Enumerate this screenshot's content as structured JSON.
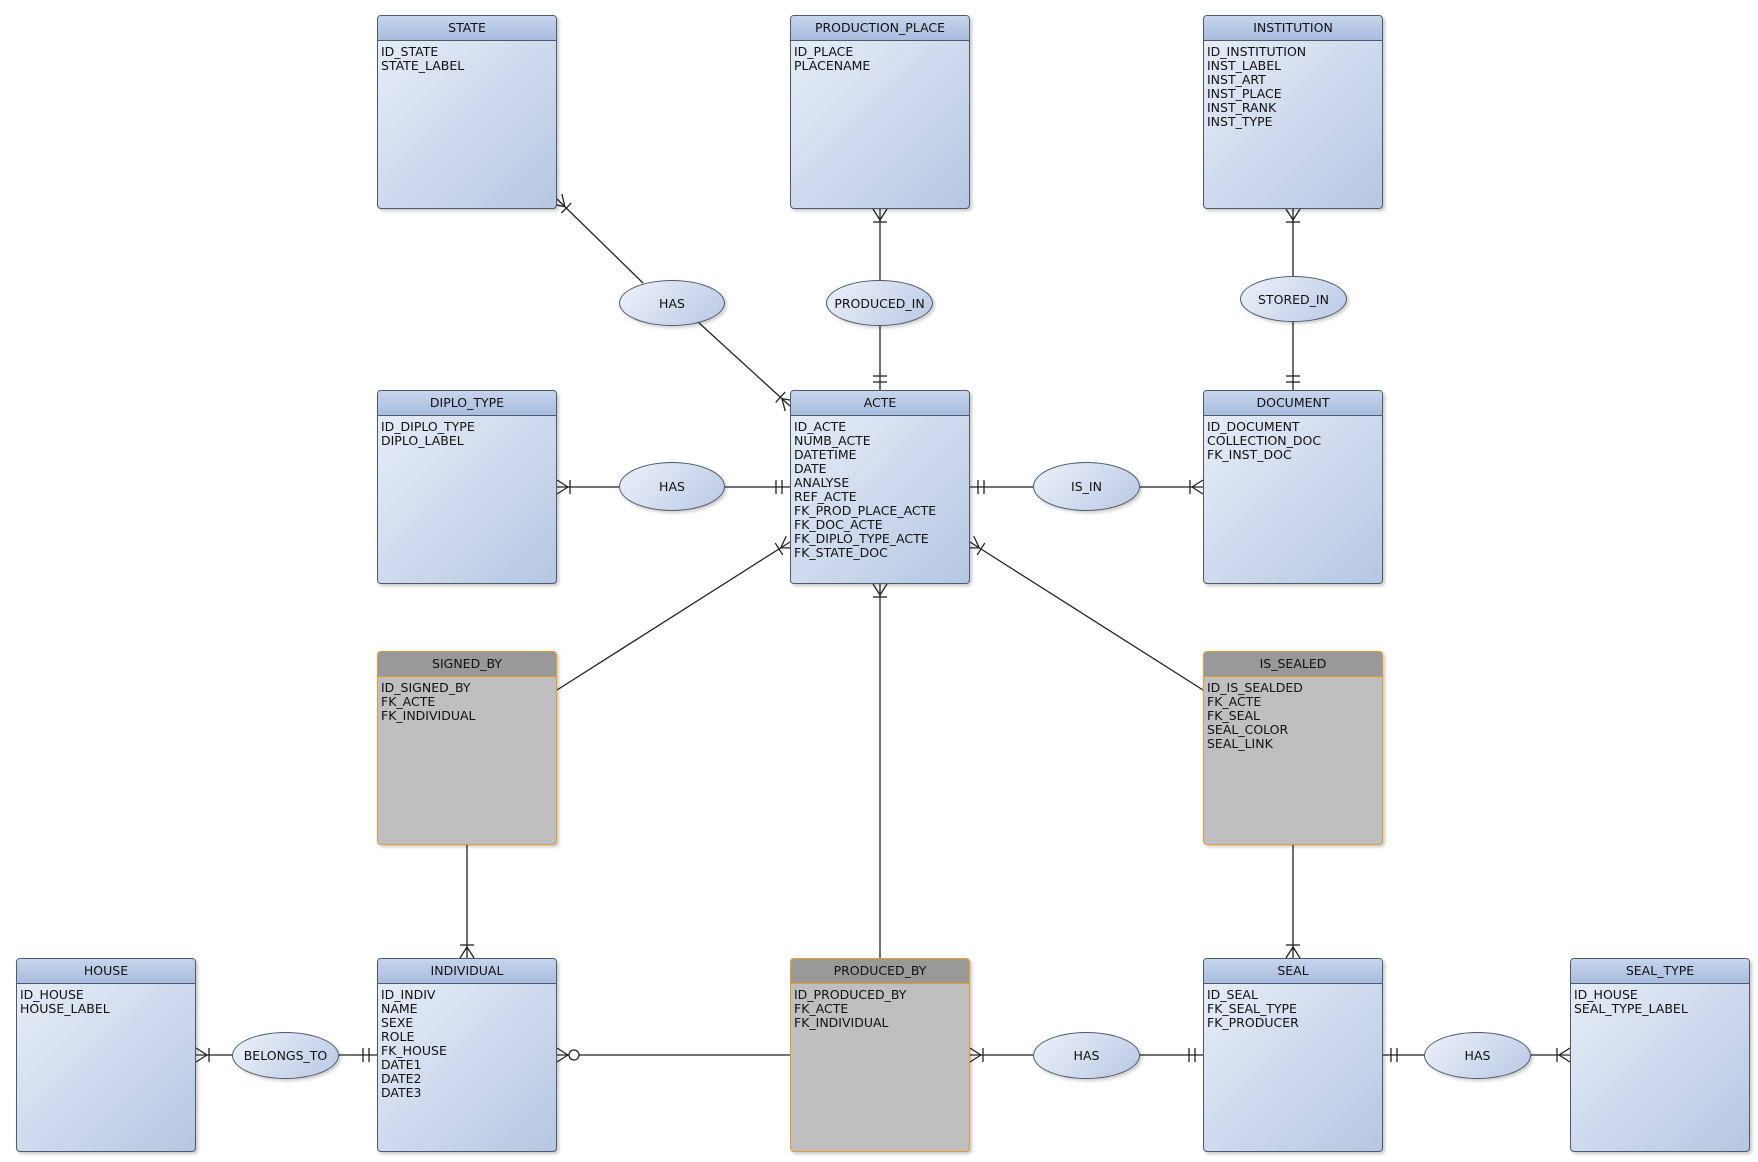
{
  "entities": {
    "state": {
      "title": "STATE",
      "attrs": [
        "ID_STATE",
        "STATE_LABEL"
      ]
    },
    "production_place": {
      "title": "PRODUCTION_PLACE",
      "attrs": [
        "ID_PLACE",
        "PLACENAME"
      ]
    },
    "institution": {
      "title": "INSTITUTION",
      "attrs": [
        "ID_INSTITUTION",
        "INST_LABEL",
        "INST_ART",
        "INST_PLACE",
        "INST_RANK",
        "INST_TYPE"
      ]
    },
    "diplo_type": {
      "title": "DIPLO_TYPE",
      "attrs": [
        "ID_DIPLO_TYPE",
        "DIPLO_LABEL"
      ]
    },
    "acte": {
      "title": "ACTE",
      "attrs": [
        "ID_ACTE",
        "NUMB_ACTE",
        "DATETIME",
        "DATE",
        "ANALYSE",
        "REF_ACTE",
        "FK_PROD_PLACE_ACTE",
        "FK_DOC_ACTE",
        "FK_DIPLO_TYPE_ACTE",
        "FK_STATE_DOC"
      ]
    },
    "document": {
      "title": "DOCUMENT",
      "attrs": [
        "ID_DOCUMENT",
        "COLLECTION_DOC",
        "FK_INST_DOC"
      ]
    },
    "signed_by": {
      "title": "SIGNED_BY",
      "attrs": [
        "ID_SIGNED_BY",
        "FK_ACTE",
        "FK_INDIVIDUAL"
      ]
    },
    "is_sealed": {
      "title": "IS_SEALED",
      "attrs": [
        "ID_IS_SEALDED",
        "FK_ACTE",
        "FK_SEAL",
        "SEAL_COLOR",
        "SEAL_LINK"
      ]
    },
    "house": {
      "title": "HOUSE",
      "attrs": [
        "ID_HOUSE",
        "HOUSE_LABEL"
      ]
    },
    "individual": {
      "title": "INDIVIDUAL",
      "attrs": [
        "ID_INDIV",
        "NAME",
        "SEXE",
        "ROLE",
        "FK_HOUSE",
        "DATE1",
        "DATE2",
        "DATE3"
      ]
    },
    "produced_by": {
      "title": "PRODUCED_BY",
      "attrs": [
        "ID_PRODUCED_BY",
        "FK_ACTE",
        "FK_INDIVIDUAL"
      ]
    },
    "seal": {
      "title": "SEAL",
      "attrs": [
        "ID_SEAL",
        "FK_SEAL_TYPE",
        "FK_PRODUCER"
      ]
    },
    "seal_type": {
      "title": "SEAL_TYPE",
      "attrs": [
        "ID_HOUSE",
        "SEAL_TYPE_LABEL"
      ]
    }
  },
  "relationships": {
    "has_state": "HAS",
    "produced_in": "PRODUCED_IN",
    "stored_in": "STORED_IN",
    "has_diplo": "HAS",
    "is_in": "IS_IN",
    "belongs_to": "BELONGS_TO",
    "has_seal": "HAS",
    "has_seal_type": "HAS"
  },
  "colors": {
    "entity_border": "#4d5a6a",
    "entity_fill_light": "#e9eff9",
    "entity_fill_dark": "#b6c7e3",
    "association_fill": "#bfbfbf",
    "association_header": "#999999",
    "association_border": "#e39b2b",
    "line": "#222222"
  }
}
